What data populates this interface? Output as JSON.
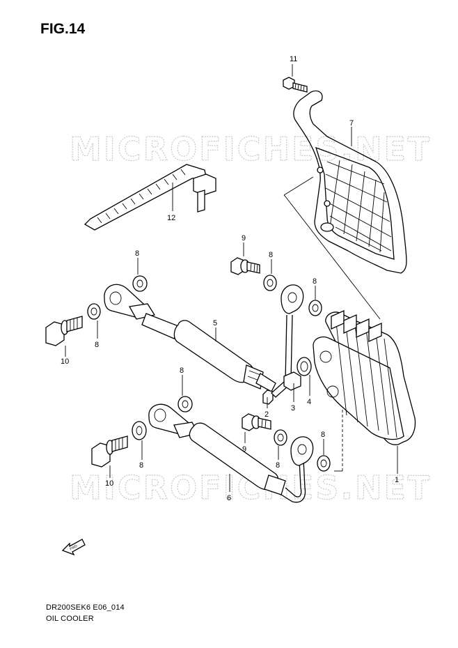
{
  "figure": {
    "title": "FIG.14",
    "code": "DR200SEK6 E06_014",
    "name": "OIL COOLER",
    "watermark": "MICROFICHES.NET",
    "direction_label": "FWD"
  },
  "callouts": {
    "c1": "1",
    "c2": "2",
    "c3": "3",
    "c4": "4",
    "c5": "5",
    "c6": "6",
    "c7": "7",
    "c8a": "8",
    "c8b": "8",
    "c8c": "8",
    "c8d": "8",
    "c8e": "8",
    "c8f": "8",
    "c8g": "8",
    "c8h": "8",
    "c9a": "9",
    "c9b": "9",
    "c10a": "10",
    "c10b": "10",
    "c11": "11",
    "c12": "12"
  }
}
